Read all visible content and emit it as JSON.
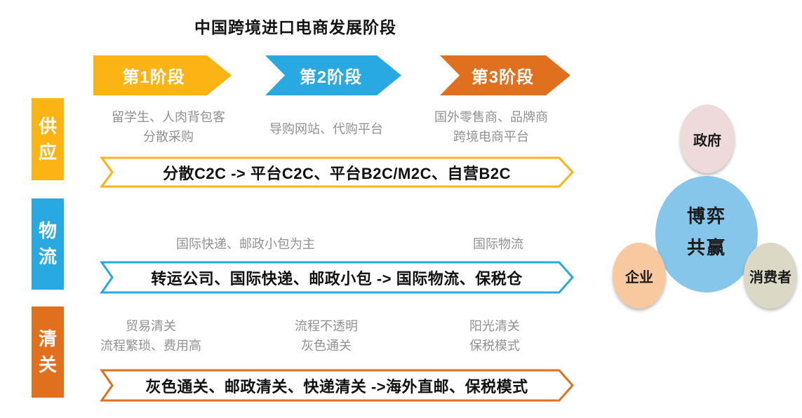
{
  "title": "中国跨境进口电商发展阶段",
  "stages": [
    {
      "label": "第1阶段",
      "color": "#FCB415"
    },
    {
      "label": "第2阶段",
      "color": "#29A9E1"
    },
    {
      "label": "第3阶段",
      "color": "#E0701E"
    }
  ],
  "rows": [
    {
      "label": "供应",
      "color": "#FCB415",
      "notes": [
        [
          "留学生、人肉背包客",
          "分散采购"
        ],
        [
          "导购网站、代购平台"
        ],
        [
          "国外零售商、品牌商",
          "跨境电商平台"
        ]
      ],
      "banner": "分散C2C -> 平台C2C、平台B2C/M2C、自营B2C"
    },
    {
      "label": "物流",
      "color": "#29A9E1",
      "notes": [
        [
          "国际快递、邮政小包为主"
        ],
        [
          "国际物流"
        ]
      ],
      "banner": "转运公司、国际快递、邮政小包 -> 国际物流、保税仓"
    },
    {
      "label": "清关",
      "color": "#E0701E",
      "notes": [
        [
          "贸易清关",
          "流程繁琐、费用高"
        ],
        [
          "流程不透明",
          "灰色通关"
        ],
        [
          "阳光清关",
          "保税模式"
        ]
      ],
      "banner": "灰色通关、邮政清关、快递清关 ->海外直邮、保税模式"
    }
  ],
  "venn": {
    "top": {
      "label": "政府",
      "color": "#EEDADB"
    },
    "center": {
      "line1": "博弈",
      "line2": "共赢",
      "color": "#85C6EA"
    },
    "bottom_left": {
      "label": "企业",
      "color": "#F8C99E"
    },
    "bottom_right": {
      "label": "消费者",
      "color": "#DBD9C6"
    }
  }
}
